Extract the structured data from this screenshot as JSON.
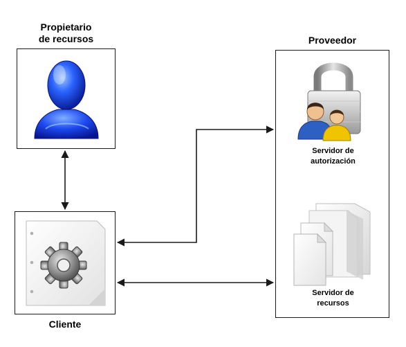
{
  "owner": {
    "label_line1": "Propietario",
    "label_line2": "de recursos"
  },
  "client": {
    "label": "Cliente"
  },
  "provider": {
    "label": "Proveedor",
    "auth_server": {
      "line1": "Servidor de",
      "line2": "autorización"
    },
    "resource_server": {
      "line1": "Servidor de",
      "line2": "recursos"
    }
  }
}
